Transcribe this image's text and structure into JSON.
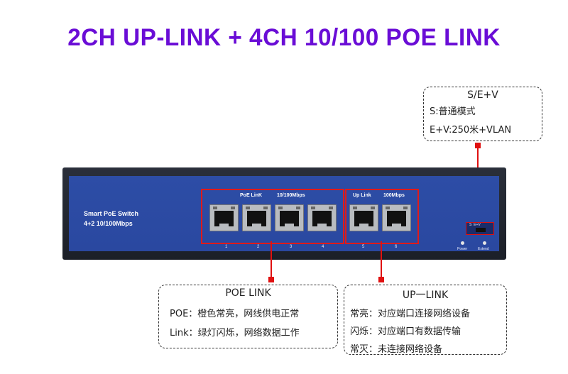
{
  "title": "2CH UP-LINK + 4CH 10/100 POE LINK",
  "mode_callout": {
    "heading": "S/E+V",
    "lines": [
      "S:普通模式",
      "E+V:250米+VLAN"
    ]
  },
  "switch": {
    "brand_line1": "Smart PoE Switch",
    "brand_line2": "4+2 10/100Mbps",
    "poe_group_label": "PoE LinK",
    "poe_group_speed": "10/100Mbps",
    "uplink_group_label": "Up Link",
    "uplink_group_speed": "100Mbps",
    "port_numbers": [
      "1",
      "2",
      "3",
      "4",
      "5",
      "6"
    ],
    "switch_label": "S  E+V",
    "power_label": "Power",
    "extend_label": "Extend"
  },
  "poe_callout": {
    "heading": "POE LINK",
    "lines": [
      "POE：橙色常亮，网线供电正常",
      "Link：绿灯闪烁，网络数据工作"
    ]
  },
  "uplink_callout": {
    "heading": "UP一LINK",
    "lines": [
      "常亮：对应端口连接网络设备",
      "闪烁：对应端口有数据传输",
      "常灭：未连接网络设备"
    ]
  },
  "colors": {
    "title": "#6a0dd6",
    "accent_red": "#e01010",
    "panel_blue": "#2a48a0"
  }
}
